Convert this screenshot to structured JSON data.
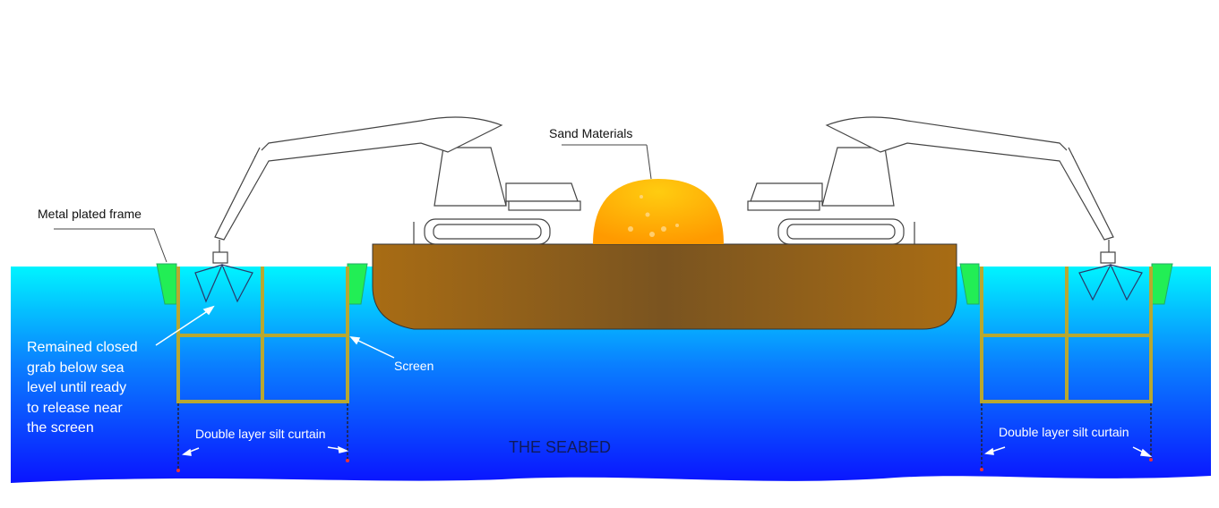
{
  "labels": {
    "metal_frame": "Metal plated frame",
    "sand": "Sand Materials",
    "grab_note": [
      "Remained closed",
      "grab below sea",
      "level until ready",
      "to release near",
      "the screen"
    ],
    "screen": "Screen",
    "silt_left": "Double layer silt curtain",
    "silt_right": "Double layer silt curtain",
    "seabed": "THE SEABED"
  },
  "colors": {
    "water_top": "#00f4ff",
    "water_bottom": "#0a14ff",
    "barge": "#9a6418",
    "sand": "#ffb000",
    "frame_green": "#22ee55",
    "screen_yellow": "#b8a830"
  }
}
